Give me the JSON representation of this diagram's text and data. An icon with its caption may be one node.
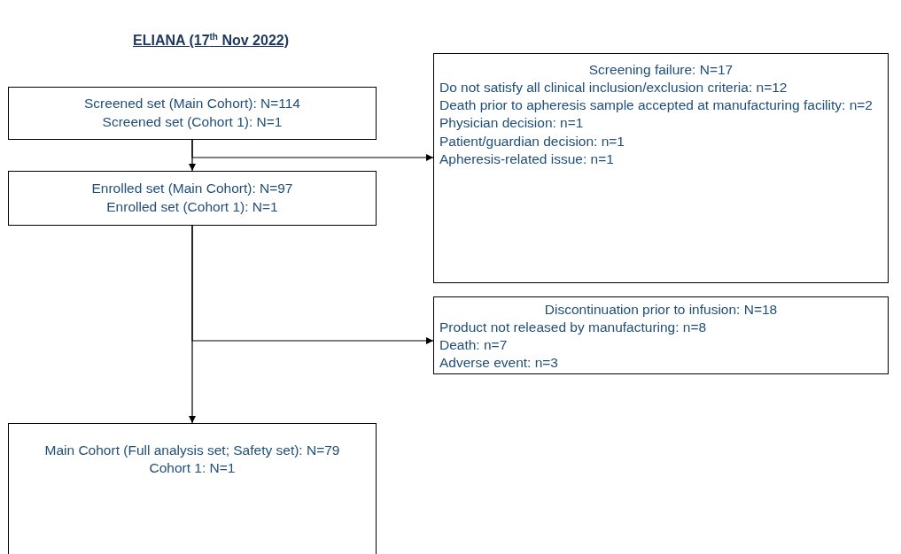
{
  "diagram": {
    "title": "ELIANA (17$^{th}$ Nov 2022)",
    "nodes": [
      {
        "text": [
          "Screened set (Main Cohort): N=114",
          "Screened set (Cohort 1): N=1"
        ]
      },
      {
        "text": [
          "Screening failure: N=17",
          "Do not satisfy all clinical inclusion/exclusion criteria: n=12",
          "Death prior to apheresis sample accepted at manufacturing facility: n=2",
          "Physician decision: n=1",
          "Patient/guardian decision: n=1",
          "Apheresis-related issue: n=1"
        ]
      },
      {
        "text": [
          "Enrolled set (Main Cohort): N=97",
          "Enrolled set (Cohort 1): N=1"
        ]
      },
      {
        "text": [
          "Discontinuation prior to infusion: N=18",
          "Product not released by manufacturing: n=8",
          "Death: n=7",
          "Adverse event: n=3"
        ]
      },
      {
        "text": [
          "Main Cohort (Full analysis set; Safety set): N=79",
          "Cohort 1: N=1"
        ]
      }
    ],
    "edges": [
      {
        "from": 0,
        "to": 2,
        "arrow": "to"
      },
      {
        "from": 0,
        "to": 1,
        "arrow": "to"
      },
      {
        "from": 2,
        "to": 4,
        "arrow": "to"
      },
      {
        "from": 2,
        "to": 3,
        "arrow": "to"
      }
    ]
  }
}
